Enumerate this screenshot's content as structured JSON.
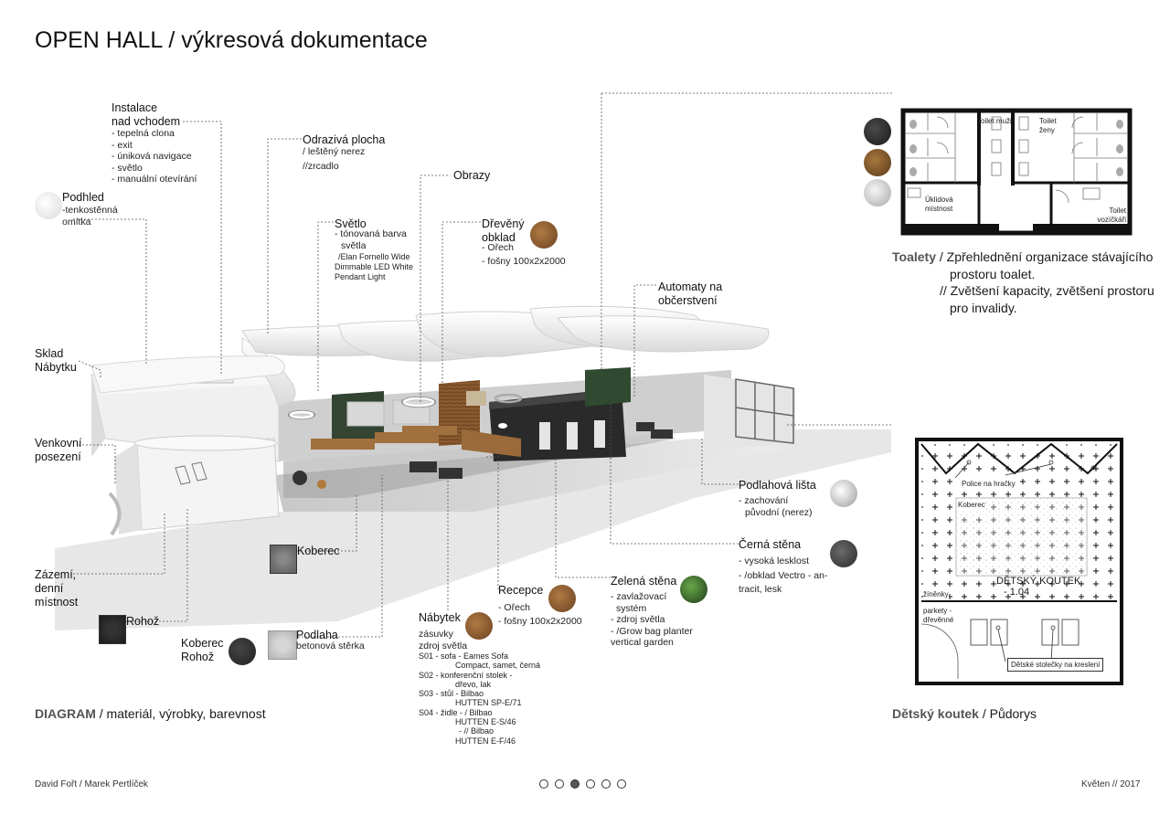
{
  "page": {
    "title": "OPEN HALL / výkresová dokumentace"
  },
  "diagram": {
    "labels": {
      "instalace_title_1": "Instalace",
      "instalace_title_2": "nad vchodem",
      "instalace_items": [
        "- tepelná clona",
        "- exit",
        "- úniková navigace",
        "- světlo",
        "- manuální otevírání"
      ],
      "podhled_title": "Podhled",
      "podhled_sub_1": "-tenkostěnná",
      "podhled_sub_2": "omítka",
      "odraziva_title": "Odrazivá plocha",
      "odraziva_sub_1": "/ leštěný nerez",
      "odraziva_sub_2": "//zrcadlo",
      "obrazy_title": "Obrazy",
      "svetlo_title": "Světlo",
      "svetlo_sub_1": "- tónovaná barva",
      "svetlo_sub_2": "světla",
      "svetlo_tiny_1": "/Elan Fornello Wide",
      "svetlo_tiny_2": "Dimmable LED White",
      "svetlo_tiny_3": "Pendant Light",
      "dreveny_title_1": "Dřevěný",
      "dreveny_title_2": "obklad",
      "dreveny_sub_1": "- Ořech",
      "dreveny_sub_2": "- fošny 100x2x2000",
      "automaty_1": "Automaty na",
      "automaty_2": "občerstvení",
      "sklad_1": "Sklad",
      "sklad_2": "Nábytku",
      "venkovni_1": "Venkovní",
      "venkovni_2": "posezení",
      "podlahova_title": "Podlahová lišta",
      "podlahova_sub_1": "- zachování",
      "podlahova_sub_2": "původní (nerez)",
      "cerna_title": "Černá stěna",
      "cerna_sub_1": "- vysoká lesklost",
      "cerna_sub_2": "- /obklad Vectro - an-",
      "cerna_sub_3": "tracit, lesk",
      "koberec_title": "Koberec",
      "zazemi_1": "Zázemí,",
      "zazemi_2": "denní",
      "zazemi_3": "místnost",
      "rohoz_title": "Rohož",
      "koberec_rohoz_1": "Koberec",
      "koberec_rohoz_2": "Rohož",
      "podlaha_title": "Podlaha",
      "podlaha_sub": "betonová stěrka",
      "recepce_title": "Recepce",
      "recepce_sub_1": "- Ořech",
      "recepce_sub_2": "- fošny 100x2x2000",
      "zelena_title": "Zelená stěna",
      "zelena_sub_1": "- zavlažovací",
      "zelena_sub_2": "systém",
      "zelena_sub_3": "- zdroj světla",
      "zelena_sub_4": "- /Grow bag planter",
      "zelena_sub_5": "vertical garden",
      "nabytek_title": "Nábytek",
      "nabytek_sub_1": "zásuvky",
      "nabytek_sub_2": "zdroj světla",
      "nabytek_items": [
        "S01 - sofa - Eames Sofa",
        "Compact, samet, černá",
        "S02 - konferenční stolek -",
        "dřevo, lak",
        "S03 - stůl - Bilbao",
        "HUTTEN SP-E/71",
        "S04 - židle - / Bilbao",
        "HUTTEN E-S/46",
        "- // Bilbao",
        "HUTTEN E-F/46"
      ]
    },
    "caption_bold": "DIAGRAM",
    "caption_rest": " / materiál, výrobky, barevnost"
  },
  "toilets": {
    "labels": {
      "muzi": "Toilet muži",
      "zeny": "Toilet ženy",
      "uklidova": "Úklidová místnost",
      "vozickari": "Toilet vozíčkáři"
    },
    "caption_bold": "Toalety",
    "caption_line_1": " / Zpřehlednění organizace stávajícího",
    "caption_line_2": "prostoru toalet.",
    "caption_line_3": "// Zvětšení kapacity, zvětšení prostoru",
    "caption_line_4": "pro invalidy."
  },
  "kids": {
    "labels": {
      "police": "Police na hračky",
      "koberec": "Koberec",
      "koutek": "DĚTSKÝ KOUTEK",
      "area": "- 1.04",
      "zinenky": "žíněnky",
      "parkety_1": "parkety -",
      "parkety_2": "dřevěnné",
      "stolecky": "Dětské stolečky na kreslení"
    },
    "caption_bold": "Dětský koutek",
    "caption_rest": " / Půdorys"
  },
  "footer": {
    "authors": "David Fořt / Marek Pertlíček",
    "date": "Květen // 2017",
    "page_count": 6,
    "active_page": 3
  },
  "colors": {
    "wood": "#8a5a30",
    "black": "#2b2b2b",
    "gray": "#bdbdbd",
    "green_wall": "#2f4a30",
    "text_gray": "#555555"
  }
}
